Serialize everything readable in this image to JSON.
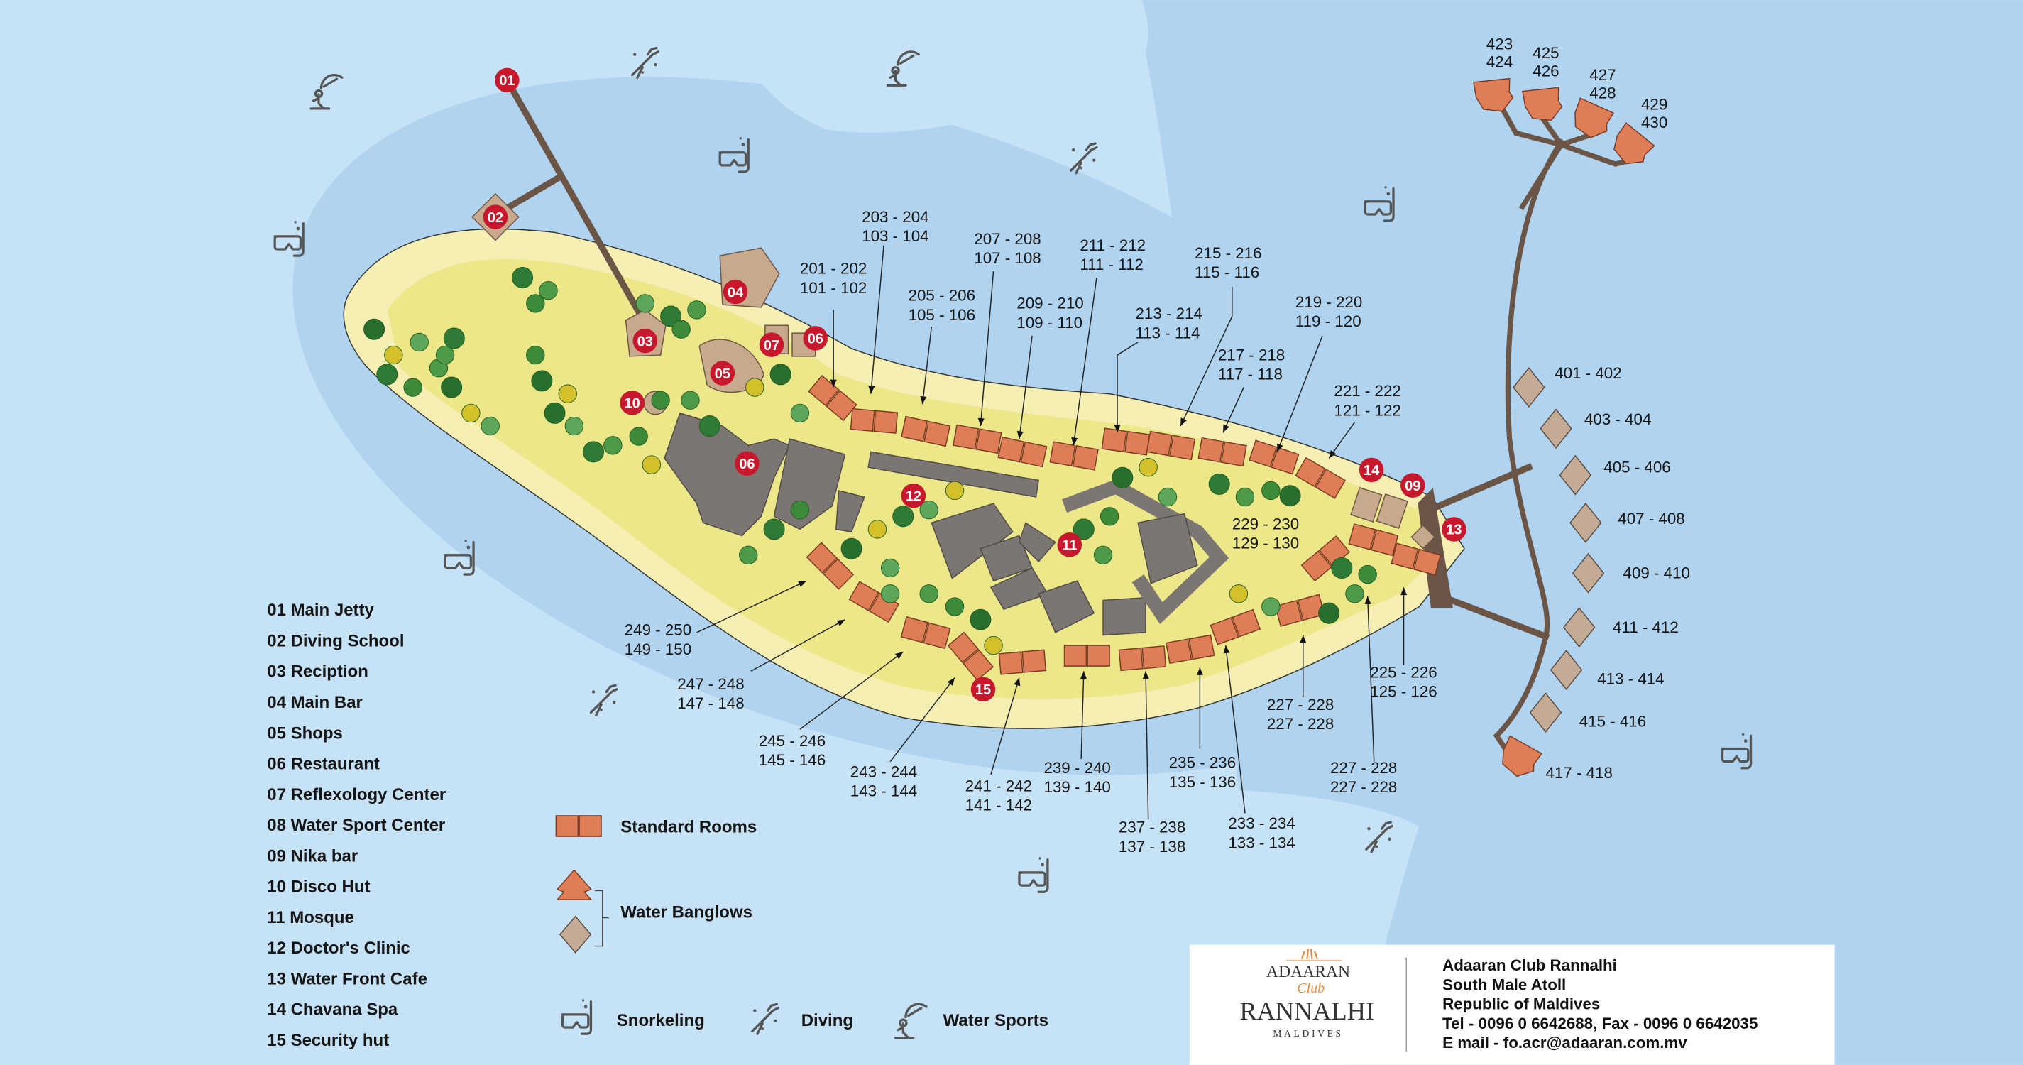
{
  "colors": {
    "water_light": "#c6e2f6",
    "water_deep": "#b0d4ef",
    "sand": "#f6efb4",
    "island": "#ece88a",
    "room": "#de7d56",
    "villa": "#c4ab96",
    "jetty": "#6b5547",
    "marker": "#c8182d",
    "building": "#7b7671"
  },
  "markers": [
    "01",
    "02",
    "03",
    "04",
    "05",
    "06",
    "06",
    "07",
    "09",
    "10",
    "11",
    "12",
    "13",
    "14",
    "15"
  ],
  "room_labels": [
    [
      "201 - 202",
      "101 - 102"
    ],
    [
      "203 - 204",
      "103 - 104"
    ],
    [
      "205 - 206",
      "105 - 106"
    ],
    [
      "207 - 208",
      "107 - 108"
    ],
    [
      "209 - 210",
      "109 - 110"
    ],
    [
      "211 - 212",
      "111 - 112"
    ],
    [
      "213 - 214",
      "113 - 114"
    ],
    [
      "215 - 216",
      "115 - 116"
    ],
    [
      "217 - 218",
      "117 - 118"
    ],
    [
      "219 - 220",
      "119 - 120"
    ],
    [
      "221 - 222",
      "121 - 122"
    ],
    [
      "229 - 230",
      "129 - 130"
    ],
    [
      "225 - 226",
      "125 - 126"
    ],
    [
      "227 - 228",
      "227 - 228"
    ],
    [
      "227 - 228",
      "227 - 228"
    ],
    [
      "233 - 234",
      "133 - 134"
    ],
    [
      "235 - 236",
      "135 - 136"
    ],
    [
      "237 - 238",
      "137 - 138"
    ],
    [
      "239 - 240",
      "139 - 140"
    ],
    [
      "241 - 242",
      "141 - 142"
    ],
    [
      "243 - 244",
      "143 - 144"
    ],
    [
      "245 - 246",
      "145 - 146"
    ],
    [
      "247 - 248",
      "147 - 148"
    ],
    [
      "249 - 250",
      "149 - 150"
    ]
  ],
  "villa_labels": [
    "401 - 402",
    "403 - 404",
    "405 - 406",
    "407 - 408",
    "409 - 410",
    "411 - 412",
    "413 - 414",
    "415 - 416",
    "417 - 418"
  ],
  "overwater_labels": [
    [
      "423",
      "424"
    ],
    [
      "425",
      "426"
    ],
    [
      "427",
      "428"
    ],
    [
      "429",
      "430"
    ]
  ],
  "legend": {
    "places": [
      "01 Main Jetty",
      "02 Diving School",
      "03 Reciption",
      "04 Main Bar",
      "05 Shops",
      "06 Restaurant",
      "07 Reflexology Center",
      "08 Water Sport Center",
      "09 Nika bar",
      "10 Disco Hut",
      "11 Mosque",
      "12 Doctor's Clinic",
      "13 Water Front Cafe",
      "14 Chavana Spa",
      "15 Security hut"
    ],
    "standard_rooms": "Standard Rooms",
    "water_bungalows": "Water Banglows",
    "snorkeling": "Snorkeling",
    "diving": "Diving",
    "water_sports": "Water Sports"
  },
  "info": {
    "logo": {
      "brand": "ADAARAN",
      "sub": "Club",
      "name": "RANNALHI",
      "country": "MALDIVES"
    },
    "lines": [
      "Adaaran Club Rannalhi",
      "South Male Atoll",
      "Republic of Maldives",
      "Tel - 0096 0 6642688, Fax - 0096 0 6642035",
      "E mail - fo.acr@adaaran.com.mv"
    ]
  }
}
